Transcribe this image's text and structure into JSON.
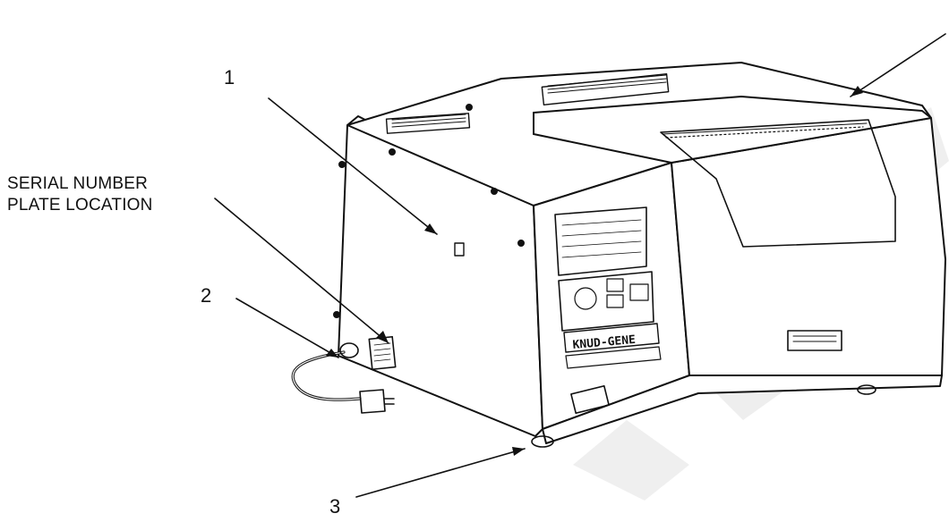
{
  "callouts": {
    "c1": "1",
    "c2": "2",
    "c3": "3",
    "serial_line1": "SERIAL NUMBER",
    "serial_line2": "PLATE LOCATION"
  },
  "panel": {
    "brand": "KNUD-GENE"
  },
  "colors": {
    "line": "#111111",
    "watermark": "#e9e9e9",
    "background": "#ffffff"
  }
}
